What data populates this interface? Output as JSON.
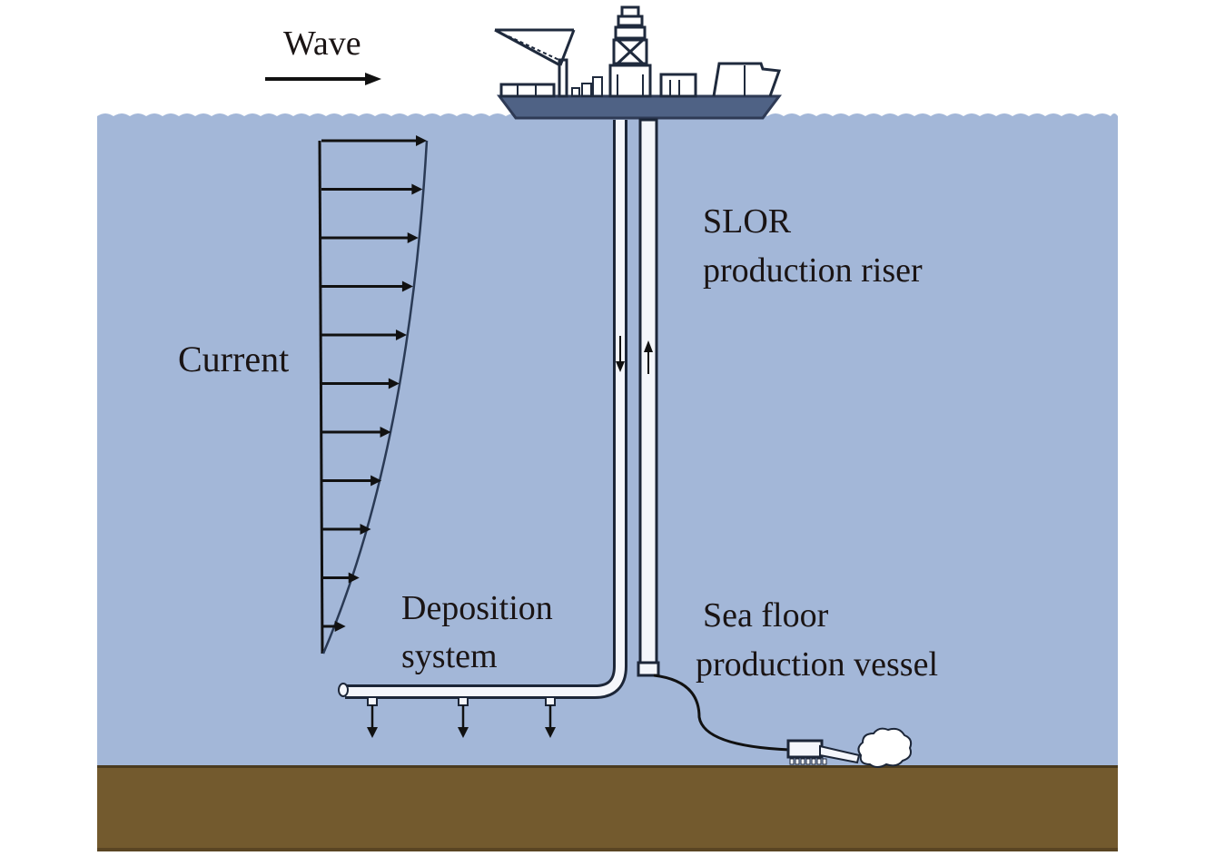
{
  "diagram": {
    "title": "SLOR deep-sea mining system schematic",
    "labels": {
      "wave": "Wave",
      "current": "Current",
      "riser_line1": "SLOR",
      "riser_line2": "production riser",
      "deposition_line1": "Deposition",
      "deposition_line2": "system",
      "vessel_line1": "Sea floor",
      "vessel_line2": "production vessel"
    },
    "current_profile": {
      "arrow_count": 11,
      "relative_magnitudes": [
        1.0,
        0.96,
        0.92,
        0.87,
        0.81,
        0.74,
        0.66,
        0.57,
        0.47,
        0.36,
        0.23
      ]
    },
    "flow_directions": {
      "left_pipe": "down",
      "right_pipe": "up"
    },
    "deposition_nozzles": 3,
    "colors": {
      "water": "#a3b7d8",
      "seabed": "#735a2e",
      "seabed_edge": "#4a3a1e",
      "ship_hull": "#4f6285",
      "ink": "#111418",
      "pipe": "#f4f6fb"
    }
  }
}
